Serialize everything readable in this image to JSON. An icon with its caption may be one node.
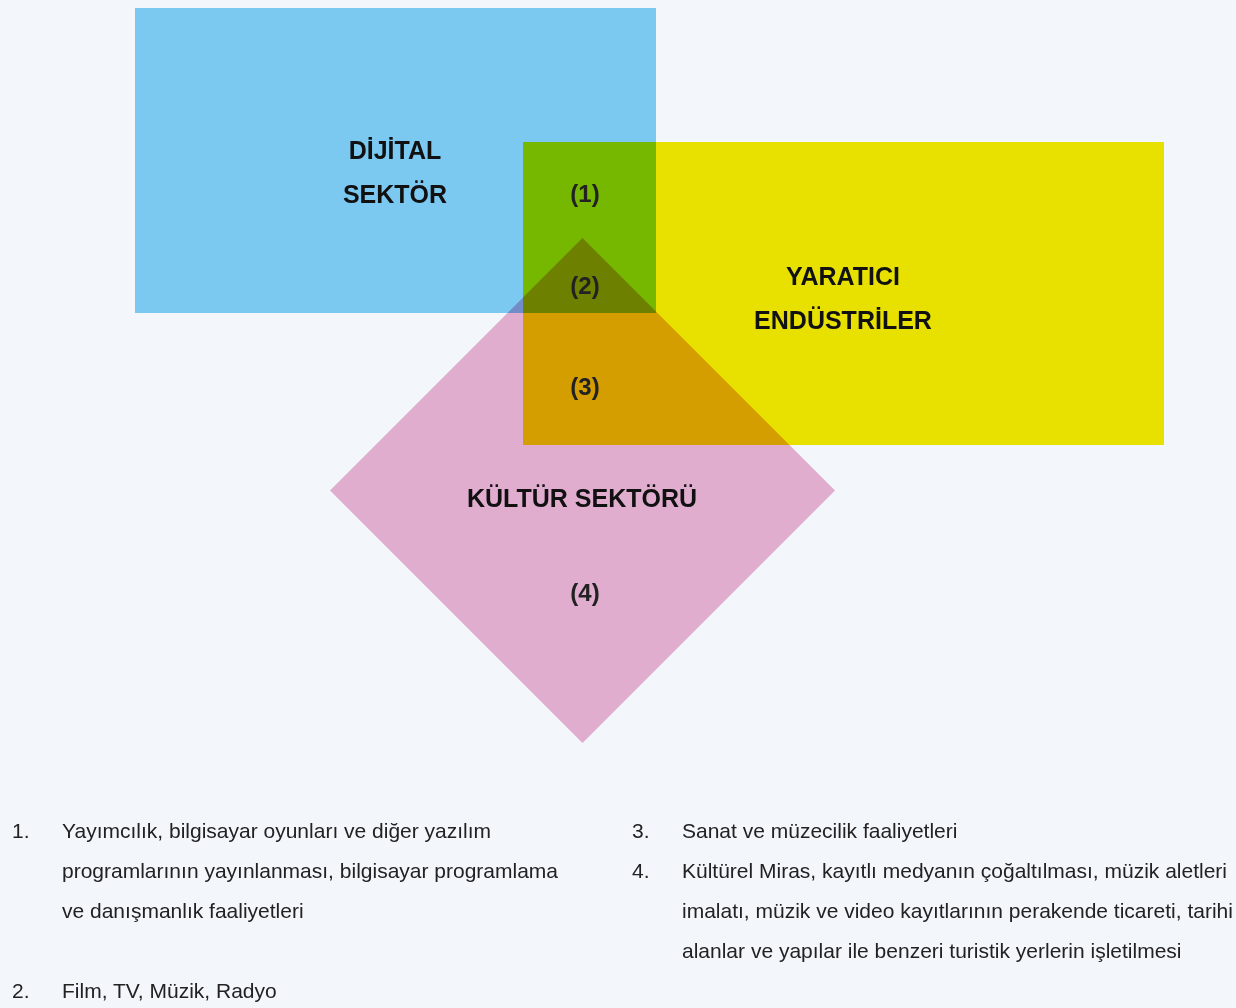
{
  "diagram": {
    "nodes": [
      {
        "text": [
          "DİJİTAL SEKTÖR"
        ]
      },
      {
        "text": [
          "YARATICI ENDÜSTRİLER"
        ]
      },
      {
        "text": [
          "KÜLTÜR SEKTÖRÜ"
        ]
      }
    ],
    "labels": [
      "(1)",
      "(2)",
      "(3)",
      "(4)",
      "1.",
      "Yayımcılık, bilgisayar oyunları ve diğer yazılım programlarının yayınlanması, bilgisayar programlama ve danışmanlık faaliyetleri",
      "2.",
      "Film, TV, Müzik, Radyo",
      "3.",
      "Sanat ve müzecilik faaliyetleri",
      "4.",
      "Kültürel Miras, kayıtlı medyanın çoğaltılması, müzik aletleri imalatı, müzik ve video kayıtlarının perakende ticareti, tarihi alanlar ve yapılar ile benzeri turistik yerlerin işletilmesi"
    ]
  }
}
